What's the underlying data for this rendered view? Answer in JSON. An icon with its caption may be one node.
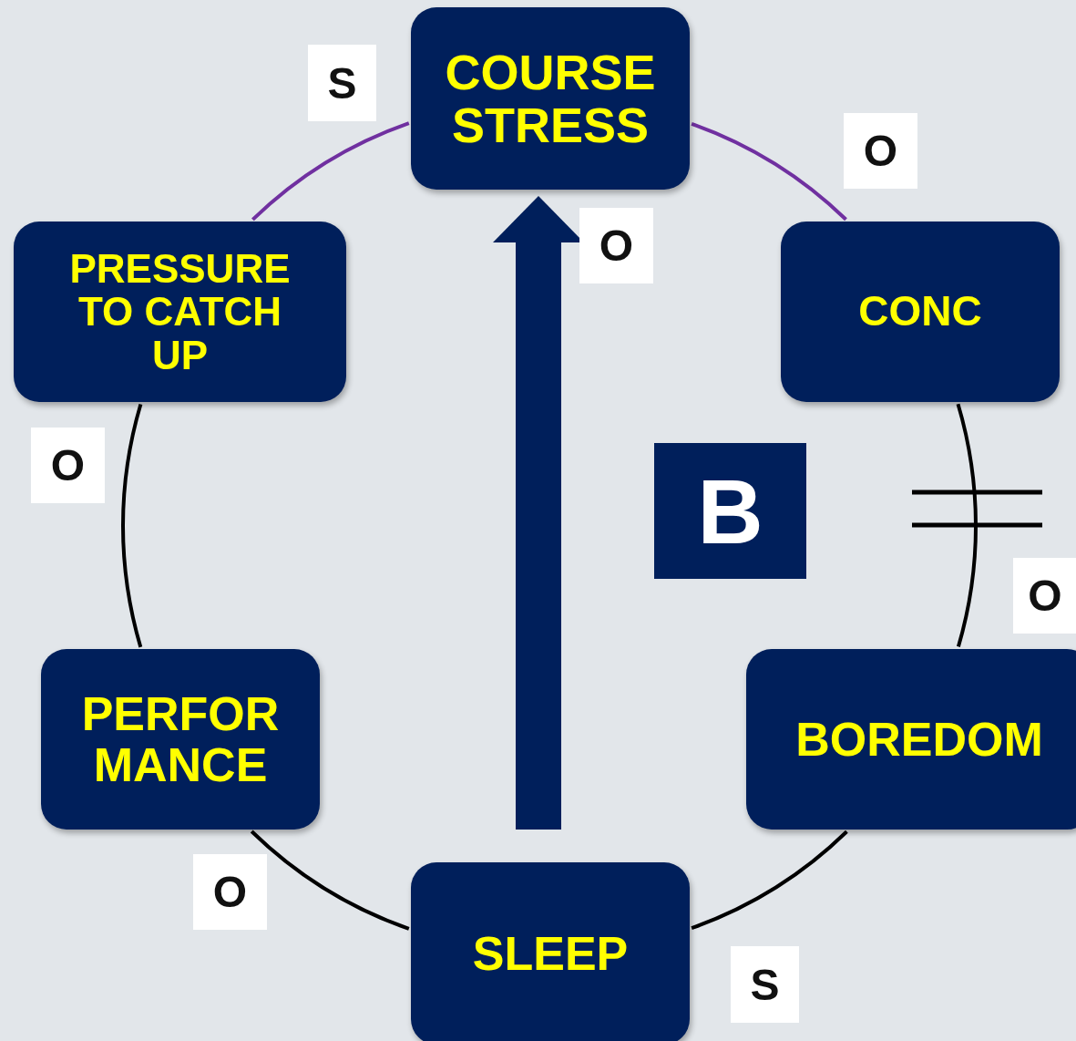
{
  "diagram": {
    "nodes": [
      {
        "text": [
          "COURSE STRESS"
        ]
      },
      {
        "text": [
          "PRESSURE TO CATCH UP"
        ]
      },
      {
        "text": [
          "CONC"
        ]
      },
      {
        "text": [
          "B"
        ]
      },
      {
        "text": [
          "PERFOR MANCE"
        ]
      },
      {
        "text": [
          "BOREDOM"
        ]
      },
      {
        "text": [
          "SLEEP"
        ]
      }
    ],
    "edges": [
      {
        "from": 1,
        "to": 0,
        "arrow": "none",
        "label": "S",
        "color": "#7030a0"
      },
      {
        "from": 0,
        "to": 2,
        "arrow": "none",
        "label": "O",
        "color": "#7030a0"
      },
      {
        "from": 2,
        "to": 5,
        "arrow": "none",
        "label": "O"
      },
      {
        "from": 5,
        "to": 6,
        "arrow": "none",
        "label": "S"
      },
      {
        "from": 6,
        "to": 4,
        "arrow": "none",
        "label": "O"
      },
      {
        "from": 4,
        "to": 1,
        "arrow": "none",
        "label": "O"
      },
      {
        "from": 6,
        "to": 0,
        "arrow": "to",
        "label": "O",
        "style": "thick",
        "color": "#001f5b"
      }
    ]
  }
}
